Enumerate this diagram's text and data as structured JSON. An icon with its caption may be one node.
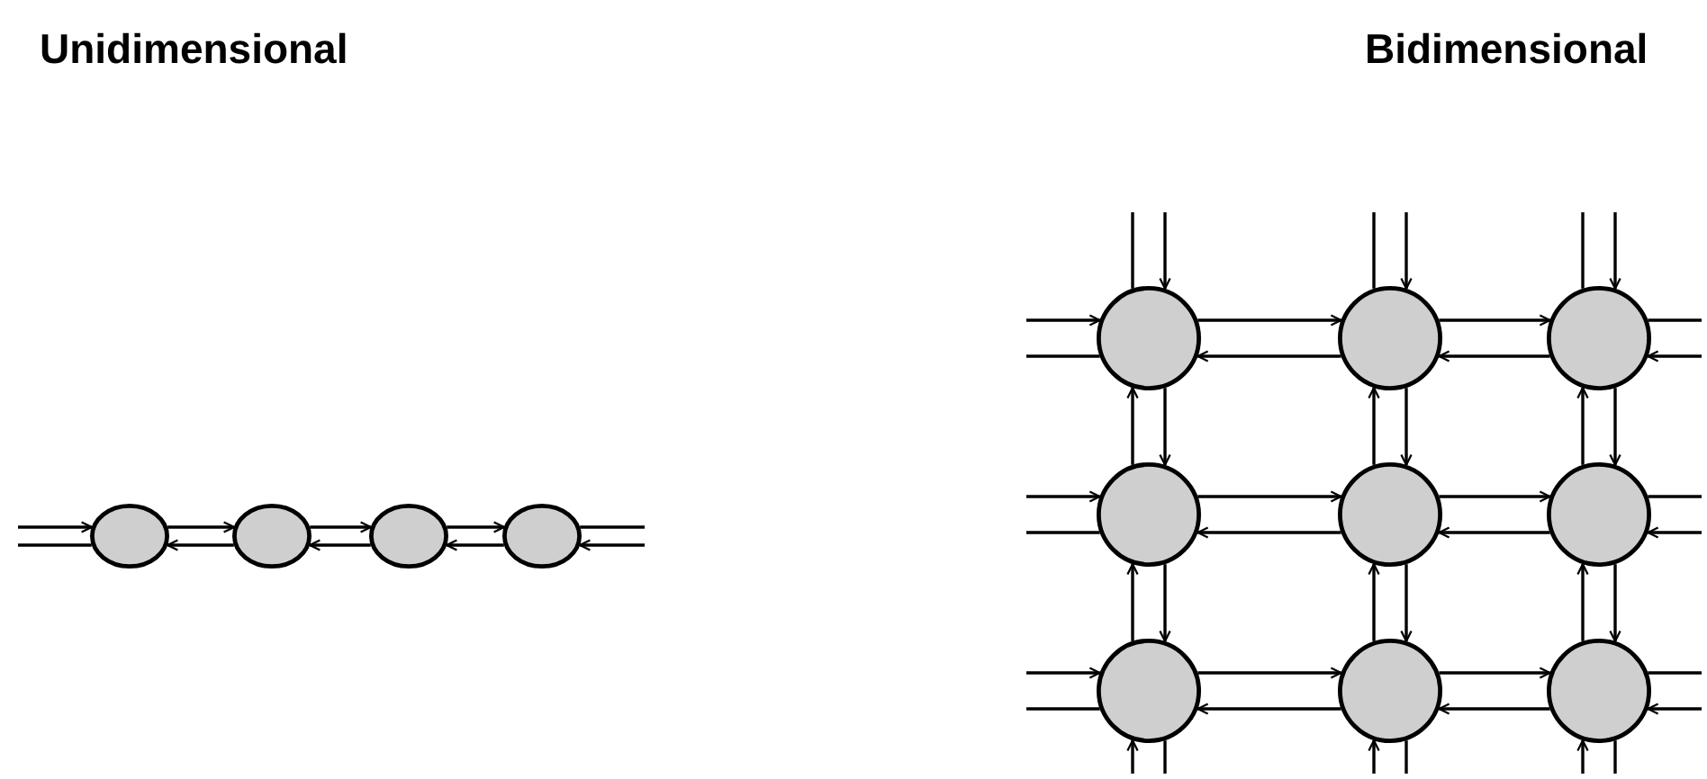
{
  "diagram": {
    "nodes": [
      {
        "text": [],
        "shape": "circle"
      },
      {
        "text": [],
        "shape": "circle"
      },
      {
        "text": [],
        "shape": "circle"
      },
      {
        "text": [],
        "shape": "circle"
      },
      {
        "text": [],
        "shape": "circle"
      },
      {
        "text": [],
        "shape": "circle"
      },
      {
        "text": [],
        "shape": "circle"
      },
      {
        "text": [],
        "shape": "circle"
      },
      {
        "text": [],
        "shape": "circle"
      },
      {
        "text": [],
        "shape": "circle"
      },
      {
        "text": [],
        "shape": "circle"
      },
      {
        "text": [],
        "shape": "circle"
      },
      {
        "text": [],
        "shape": "circle"
      }
    ],
    "edges": [
      {
        "from": null,
        "to": 0,
        "arrow": "to"
      },
      {
        "from": 0,
        "to": null,
        "arrow": "none"
      },
      {
        "from": 0,
        "to": 1,
        "arrow": "to"
      },
      {
        "from": 1,
        "to": 0,
        "arrow": "to"
      },
      {
        "from": 1,
        "to": 2,
        "arrow": "to"
      },
      {
        "from": 2,
        "to": 1,
        "arrow": "to"
      },
      {
        "from": 2,
        "to": 3,
        "arrow": "to"
      },
      {
        "from": 3,
        "to": 2,
        "arrow": "to"
      },
      {
        "from": 3,
        "to": null,
        "arrow": "none"
      },
      {
        "from": null,
        "to": 3,
        "arrow": "to"
      },
      {
        "from": null,
        "to": 4,
        "arrow": "to"
      },
      {
        "from": 4,
        "to": null,
        "arrow": "none"
      },
      {
        "from": 4,
        "to": 5,
        "arrow": "to"
      },
      {
        "from": 5,
        "to": 4,
        "arrow": "to"
      },
      {
        "from": 5,
        "to": 6,
        "arrow": "to"
      },
      {
        "from": 6,
        "to": 5,
        "arrow": "to"
      },
      {
        "from": 6,
        "to": null,
        "arrow": "none"
      },
      {
        "from": null,
        "to": 6,
        "arrow": "to"
      },
      {
        "from": null,
        "to": 7,
        "arrow": "to"
      },
      {
        "from": 7,
        "to": null,
        "arrow": "none"
      },
      {
        "from": 7,
        "to": 8,
        "arrow": "to"
      },
      {
        "from": 8,
        "to": 7,
        "arrow": "to"
      },
      {
        "from": 8,
        "to": 9,
        "arrow": "to"
      },
      {
        "from": 9,
        "to": 8,
        "arrow": "to"
      },
      {
        "from": 9,
        "to": null,
        "arrow": "none"
      },
      {
        "from": null,
        "to": 9,
        "arrow": "to"
      },
      {
        "from": null,
        "to": 10,
        "arrow": "to"
      },
      {
        "from": 10,
        "to": null,
        "arrow": "none"
      },
      {
        "from": 10,
        "to": 11,
        "arrow": "to"
      },
      {
        "from": 11,
        "to": 10,
        "arrow": "to"
      },
      {
        "from": 11,
        "to": 12,
        "arrow": "to"
      },
      {
        "from": 12,
        "to": 11,
        "arrow": "to"
      },
      {
        "from": 12,
        "to": null,
        "arrow": "none"
      },
      {
        "from": null,
        "to": 12,
        "arrow": "to"
      },
      {
        "from": null,
        "to": 4,
        "arrow": "to"
      },
      {
        "from": 4,
        "to": null,
        "arrow": "none"
      },
      {
        "from": 4,
        "to": 7,
        "arrow": "to"
      },
      {
        "from": 7,
        "to": 4,
        "arrow": "to"
      },
      {
        "from": 7,
        "to": 10,
        "arrow": "to"
      },
      {
        "from": 10,
        "to": 7,
        "arrow": "to"
      },
      {
        "from": null,
        "to": 10,
        "arrow": "to"
      },
      {
        "from": 10,
        "to": null,
        "arrow": "none"
      },
      {
        "from": null,
        "to": 5,
        "arrow": "to"
      },
      {
        "from": 5,
        "to": null,
        "arrow": "none"
      },
      {
        "from": 5,
        "to": 8,
        "arrow": "to"
      },
      {
        "from": 8,
        "to": 5,
        "arrow": "to"
      },
      {
        "from": 8,
        "to": 11,
        "arrow": "to"
      },
      {
        "from": 11,
        "to": 8,
        "arrow": "to"
      },
      {
        "from": null,
        "to": 11,
        "arrow": "to"
      },
      {
        "from": 11,
        "to": null,
        "arrow": "none"
      },
      {
        "from": null,
        "to": 6,
        "arrow": "to"
      },
      {
        "from": 6,
        "to": null,
        "arrow": "none"
      },
      {
        "from": 6,
        "to": 9,
        "arrow": "to"
      },
      {
        "from": 9,
        "to": 6,
        "arrow": "to"
      },
      {
        "from": 9,
        "to": 12,
        "arrow": "to"
      },
      {
        "from": 12,
        "to": 9,
        "arrow": "to"
      },
      {
        "from": null,
        "to": 12,
        "arrow": "to"
      },
      {
        "from": 12,
        "to": null,
        "arrow": "none"
      }
    ],
    "labels": [
      "Unidimensional",
      "Bidimensional"
    ]
  }
}
